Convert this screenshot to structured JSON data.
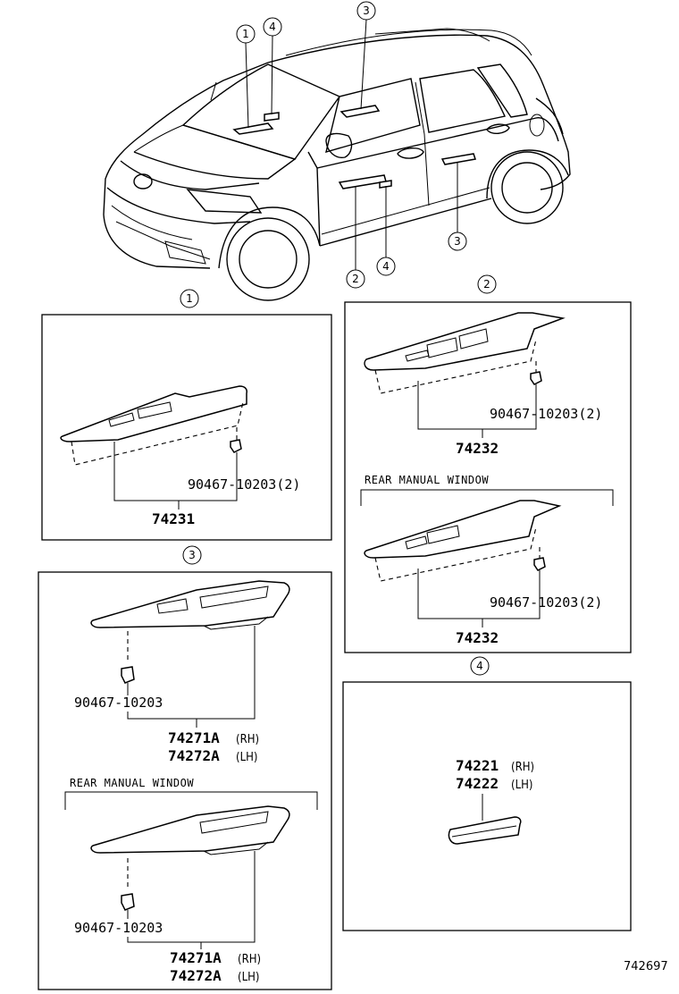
{
  "callouts": {
    "c1": "1",
    "c2": "2",
    "c3": "3",
    "c4": "4"
  },
  "panel1": {
    "marker": "1",
    "clip_part": "90467-10203(2)",
    "switch_part": "74231"
  },
  "panel2": {
    "marker": "2",
    "clip_part_a": "90467-10203(2)",
    "switch_part_a": "74232",
    "section_label": "REAR MANUAL WINDOW",
    "clip_part_b": "90467-10203(2)",
    "switch_part_b": "74232"
  },
  "panel3": {
    "marker": "3",
    "clip_part_a": "90467-10203",
    "bezel_rh_a": "74271A",
    "bezel_lh_a": "74272A",
    "side_rh": "(RH)",
    "side_lh": "(LH)",
    "section_label": "REAR MANUAL WINDOW",
    "clip_part_b": "90467-10203",
    "bezel_rh_b": "74271A",
    "bezel_lh_b": "74272A"
  },
  "panel4": {
    "marker": "4",
    "cover_rh": "74221",
    "cover_lh": "74222",
    "side_rh": "(RH)",
    "side_lh": "(LH)"
  },
  "diagram_code": "742697"
}
